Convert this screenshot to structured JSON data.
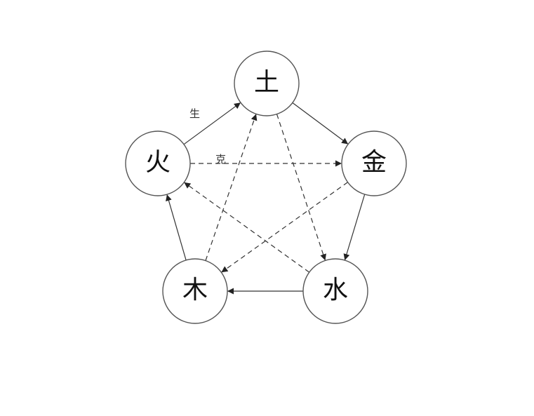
{
  "nodes": [
    {
      "id": "earth",
      "label": "土"
    },
    {
      "id": "metal",
      "label": "金"
    },
    {
      "id": "water",
      "label": "水"
    },
    {
      "id": "wood",
      "label": "木"
    },
    {
      "id": "fire",
      "label": "火"
    }
  ],
  "generating": {
    "label": "生",
    "edges": [
      [
        "fire",
        "earth"
      ],
      [
        "earth",
        "metal"
      ],
      [
        "metal",
        "water"
      ],
      [
        "water",
        "wood"
      ],
      [
        "wood",
        "fire"
      ]
    ]
  },
  "controlling": {
    "label": "克",
    "edges": [
      [
        "fire",
        "metal"
      ],
      [
        "metal",
        "wood"
      ],
      [
        "wood",
        "earth"
      ],
      [
        "earth",
        "water"
      ],
      [
        "water",
        "fire"
      ]
    ]
  }
}
